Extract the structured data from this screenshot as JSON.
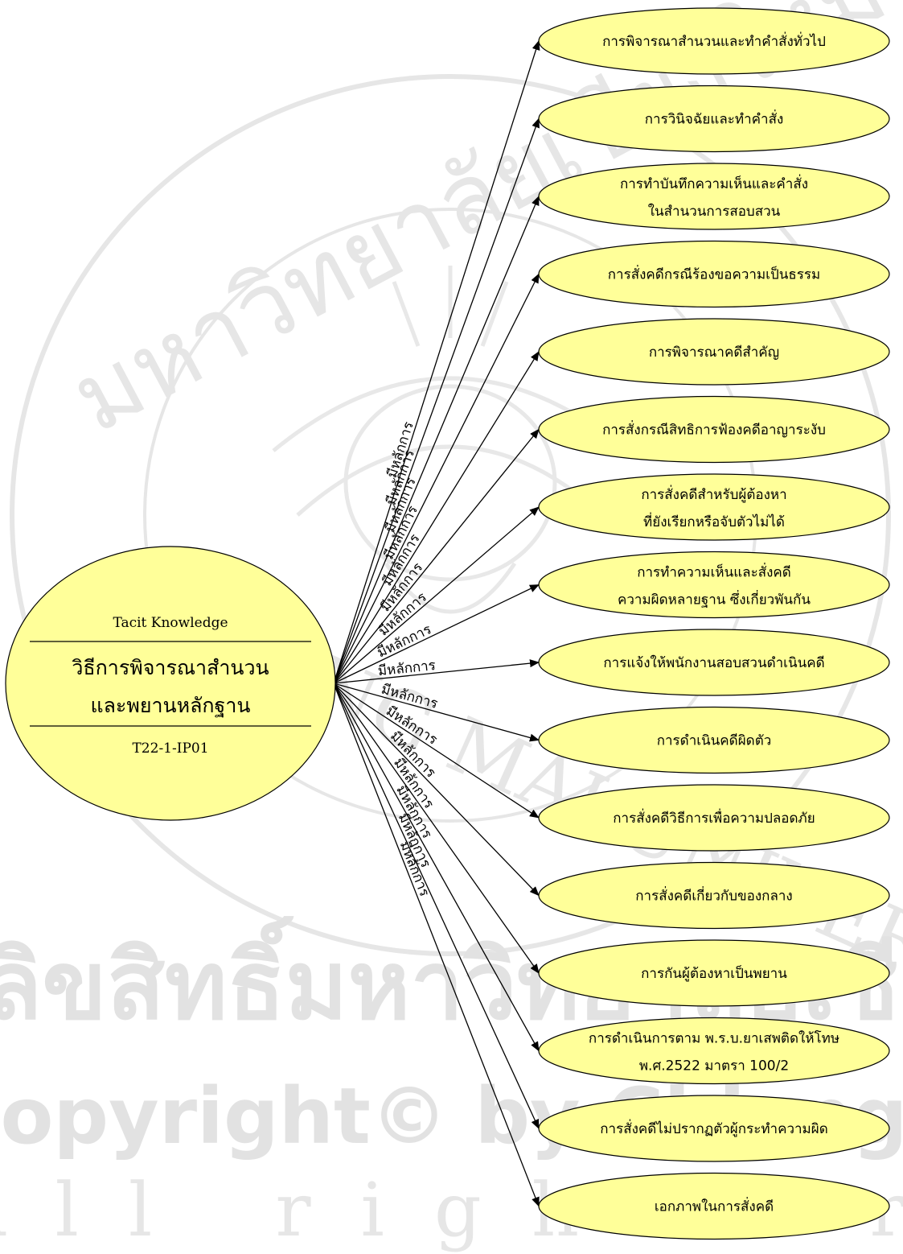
{
  "central": {
    "top_label": "Tacit Knowledge",
    "title_line1": "วิธีการพิจารณาสำนวน",
    "title_line2": "และพยานหลักฐาน",
    "code": "T22-1-IP01"
  },
  "edge_label": "มีหลักการ",
  "targets": [
    {
      "lines": [
        "การพิจารณาสำนวนและทำคำสั่งทั่วไป"
      ]
    },
    {
      "lines": [
        "การวินิจฉัยและทำคำสั่ง"
      ]
    },
    {
      "lines": [
        "การทำบันทึกความเห็นและคำสั่ง",
        "ในสำนวนการสอบสวน"
      ]
    },
    {
      "lines": [
        "การสั่งคดีกรณีร้องขอความเป็นธรรม"
      ]
    },
    {
      "lines": [
        "การพิจารณาคดีสำคัญ"
      ]
    },
    {
      "lines": [
        "การสั่งกรณีสิทธิการฟ้องคดีอาญาระงับ"
      ]
    },
    {
      "lines": [
        "การสั่งคดีสำหรับผู้ต้องหา",
        "ที่ยังเรียกหรือจับตัวไม่ได้"
      ]
    },
    {
      "lines": [
        "การทำความเห็นและสั่งคดี",
        "ความผิดหลายฐาน ซึ่งเกี่ยวพันกัน"
      ]
    },
    {
      "lines": [
        "การแจ้งให้พนักงานสอบสวนดำเนินคดี"
      ]
    },
    {
      "lines": [
        "การดำเนินคดีผิดตัว"
      ]
    },
    {
      "lines": [
        "การสั่งคดีวิธีการเพื่อความปลอดภัย"
      ]
    },
    {
      "lines": [
        "การสั่งคดีเกี่ยวกับของกลาง"
      ]
    },
    {
      "lines": [
        "การกันผู้ต้องหาเป็นพยาน"
      ]
    },
    {
      "lines": [
        "การดำเนินการตาม พ.ร.บ.ยาเสพติดให้โทษ",
        "พ.ศ.2522 มาตรา 100/2"
      ]
    },
    {
      "lines": [
        "การสั่งคดีไม่ปรากฏตัวผู้กระทำความผิด"
      ]
    },
    {
      "lines": [
        "เอกภาพในการสั่งคดี"
      ]
    }
  ],
  "watermark": {
    "thai_line": "ลิขสิทธิ์มหาวิทยาลัยเชียงใหม่",
    "copyright_line": "Copyright© by Chiang Mai University",
    "rights_line": "All rights reserved",
    "seal_thai": "มหาวิทยาลัยเชียงใหม่",
    "seal_english": "CHIANG MAI UNIVERSITY"
  },
  "colors": {
    "node_fill": "#ffff99",
    "stroke": "#000000",
    "watermark": "#e2e2e2"
  }
}
